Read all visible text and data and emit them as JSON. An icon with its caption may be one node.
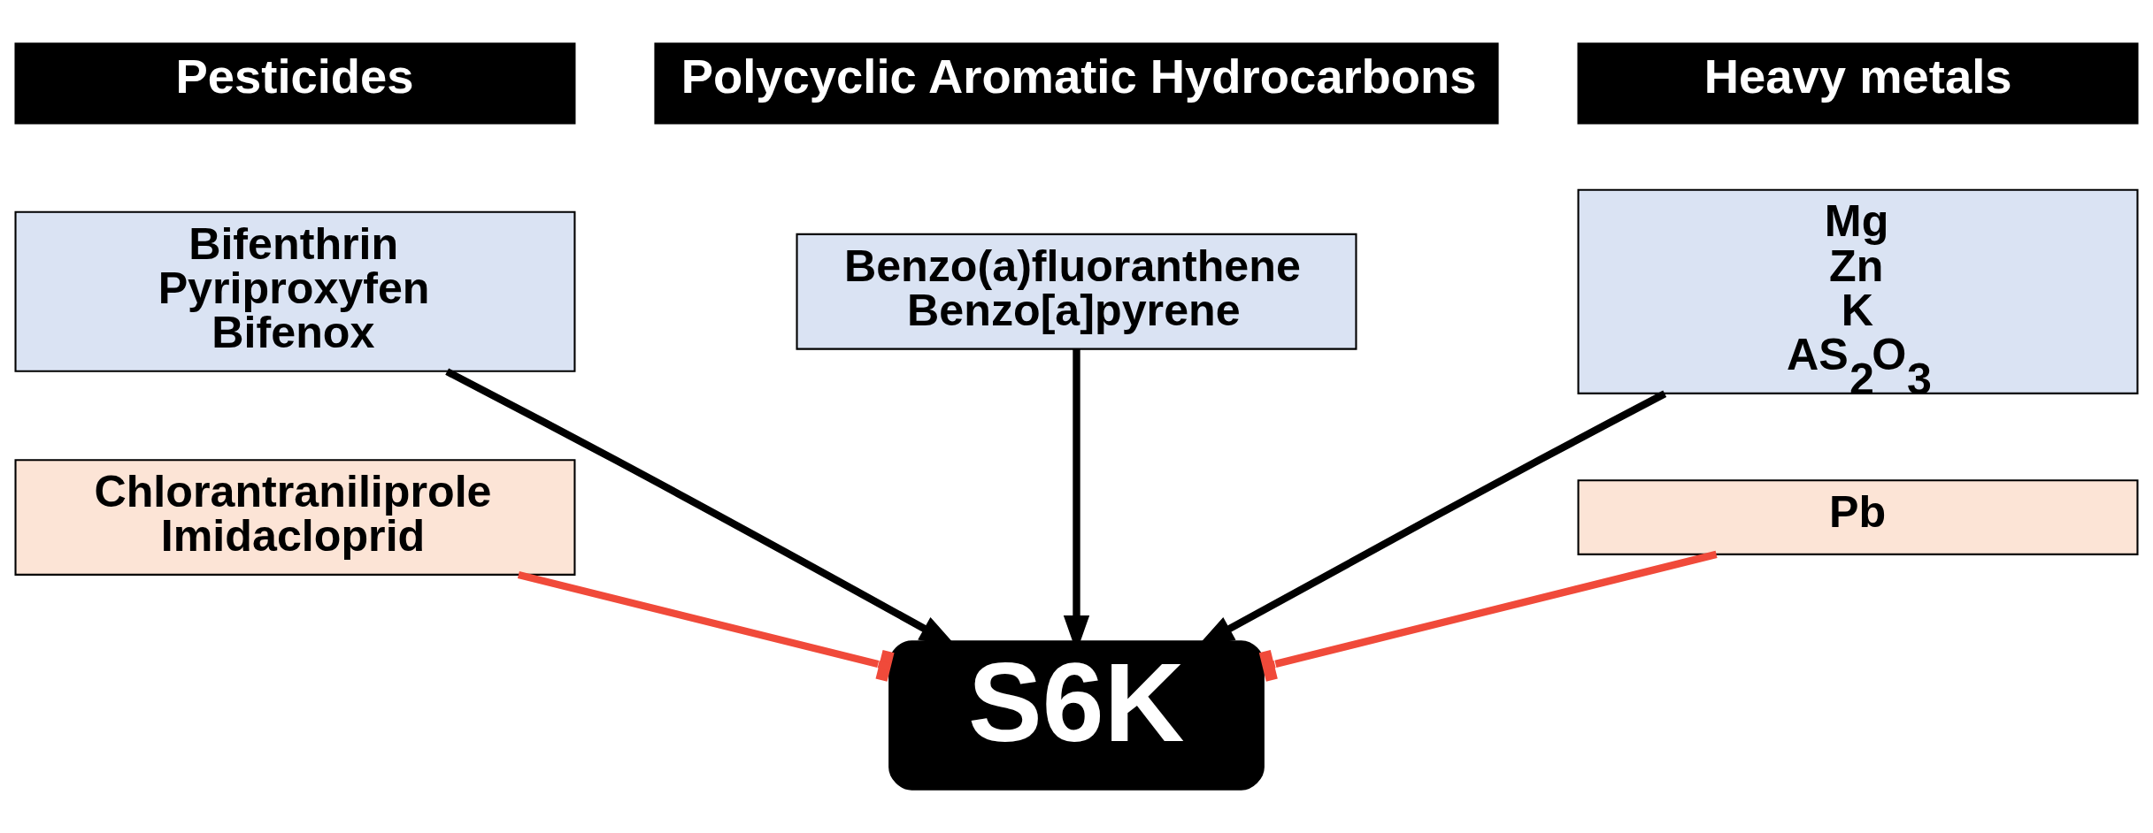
{
  "diagram": {
    "nodes": [
      {
        "text": [
          "Polycyclic Aromatic Hydrocarbons"
        ]
      },
      {
        "text": [
          "Benzo(a)fluoranthene",
          "Benzo[a]pyrene"
        ]
      },
      {
        "text": [
          "Pesticides"
        ]
      },
      {
        "text": [
          "Bifenthrin",
          "Pyriproxyfen",
          "Bifenox"
        ]
      },
      {
        "text": [
          "Chlorantraniliprole",
          "Imidacloprid"
        ]
      },
      {
        "text": [
          "Heavy metals"
        ]
      },
      {
        "text": [
          "Mg",
          "Zn",
          "K",
          "AS$_{2}$O$_{3}$"
        ]
      },
      {
        "text": [
          "Pb"
        ]
      },
      {
        "text": [
          "S6K"
        ]
      }
    ],
    "edges": [
      {
        "from": 3,
        "to": 8,
        "arrow": "to"
      },
      {
        "from": 1,
        "to": 8,
        "arrow": "to"
      },
      {
        "from": 6,
        "to": 8,
        "arrow": "to"
      },
      {
        "from": 4,
        "to": 8,
        "arrow": "other",
        "color": "#f04a3a"
      },
      {
        "from": 7,
        "to": 8,
        "arrow": "other",
        "color": "#f04a3a"
      }
    ]
  }
}
